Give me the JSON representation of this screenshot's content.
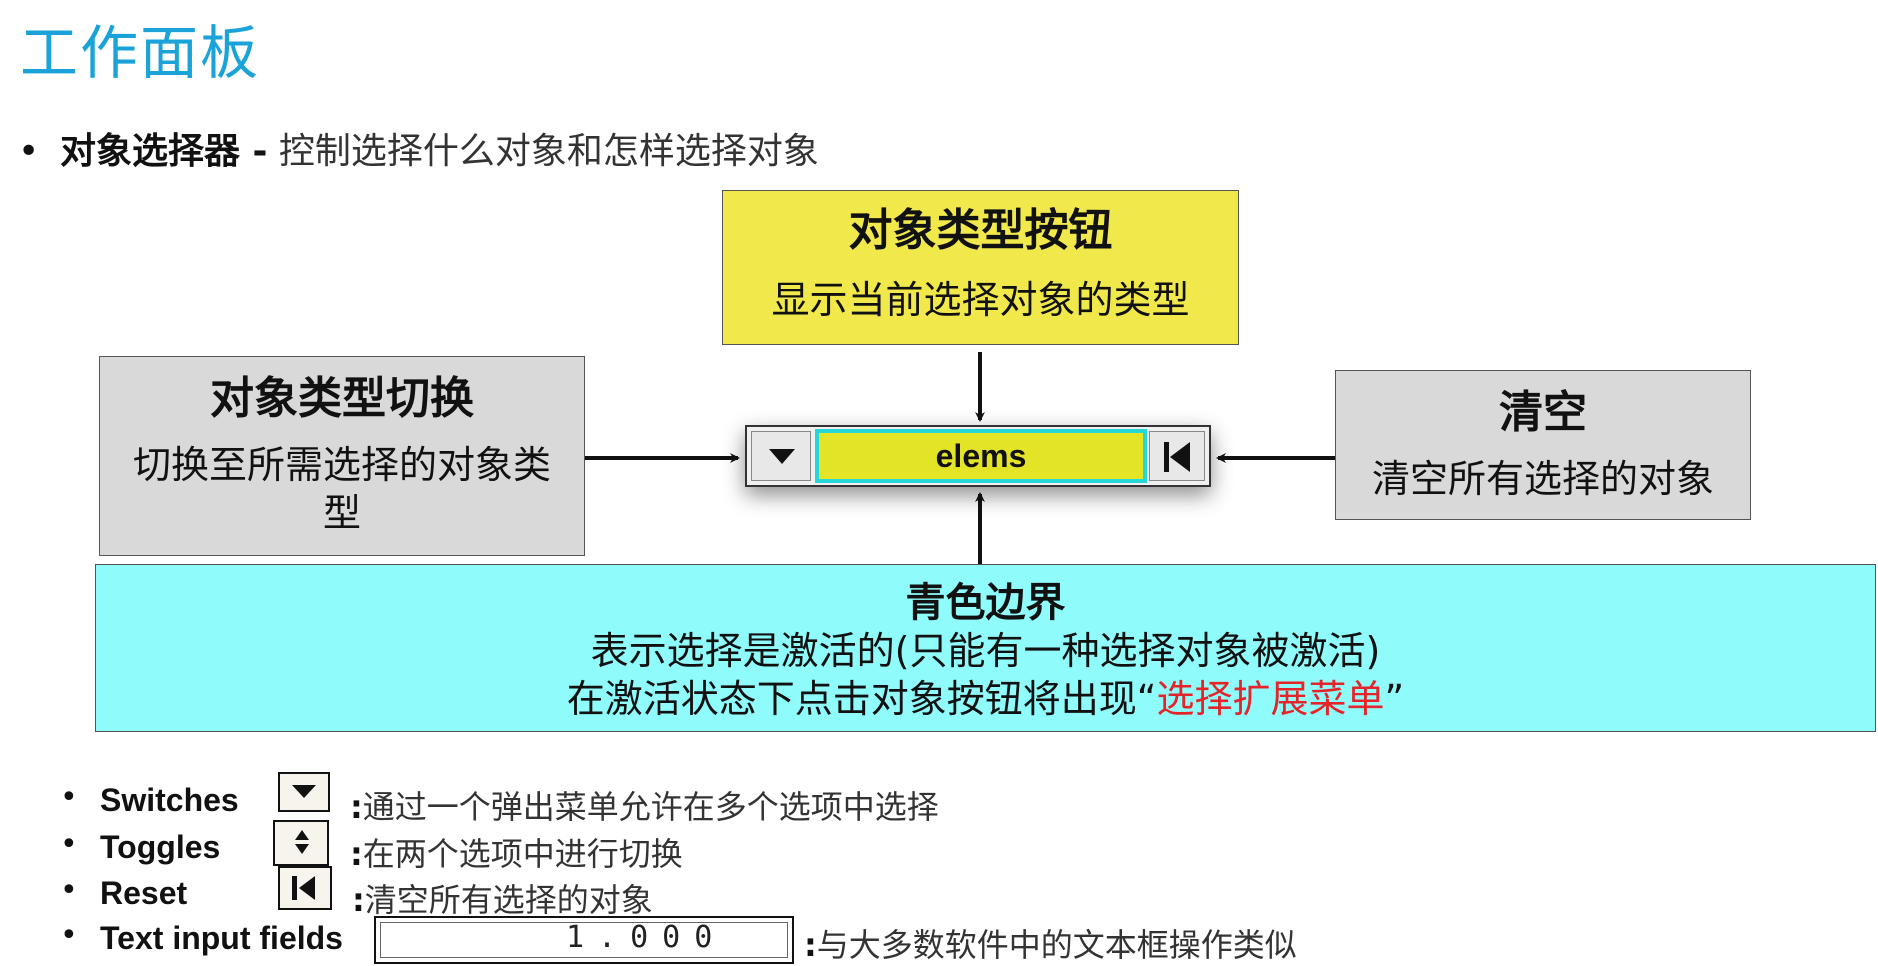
{
  "title": "工作面板",
  "main": {
    "bullet": "•",
    "bold": "对象选择器 -",
    "rest": " 控制选择什么对象和怎样选择对象"
  },
  "boxes": {
    "type_button": {
      "heading": "对象类型按钮",
      "desc": "显示当前选择对象的类型"
    },
    "type_switch": {
      "heading": "对象类型切换",
      "desc": "切换至所需选择的对象类型"
    },
    "clear": {
      "heading": "清空",
      "desc": "清空所有选择的对象"
    },
    "cyan": {
      "heading": "青色边界",
      "line1": "表示选择是激活的(只能有一种选择对象被激活)",
      "line2_prefix": "在激活状态下点击对象按钮将出现“",
      "line2_red": "选择扩展菜单",
      "line2_suffix": "”"
    }
  },
  "widget": {
    "field_value": "elems"
  },
  "list": [
    {
      "bullet": "•",
      "label": "Switches",
      "colon": ":",
      "desc": "通过一个弹出菜单允许在多个选项中选择",
      "icon": "switch-dropdown-icon"
    },
    {
      "bullet": "•",
      "label": "Toggles",
      "colon": ":",
      "desc": "在两个选项中进行切换",
      "icon": "toggle-updown-icon"
    },
    {
      "bullet": "•",
      "label": "Reset",
      "colon": ":",
      "desc": "清空所有选择的对象",
      "icon": "reset-icon"
    },
    {
      "bullet": "•",
      "label": "Text input fields",
      "colon": ":",
      "desc": "与大多数软件中的文本框操作类似",
      "value": "1.000"
    }
  ],
  "colors": {
    "title": "#1aa3d8",
    "yellow_box": "#f1e94b",
    "gray_box": "#d9d9d9",
    "cyan_box": "#8ffbfb",
    "highlight_red": "#e5242a",
    "field_yellow": "#e4e426",
    "field_border": "#27d6d6"
  }
}
